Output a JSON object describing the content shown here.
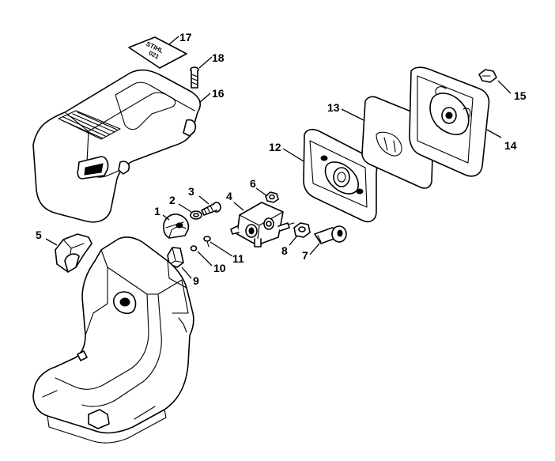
{
  "callouts": [
    {
      "id": "1",
      "label": "1"
    },
    {
      "id": "2",
      "label": "2"
    },
    {
      "id": "3",
      "label": "3"
    },
    {
      "id": "4",
      "label": "4"
    },
    {
      "id": "5",
      "label": "5"
    },
    {
      "id": "6",
      "label": "6"
    },
    {
      "id": "7",
      "label": "7"
    },
    {
      "id": "8",
      "label": "8"
    },
    {
      "id": "9",
      "label": "9"
    },
    {
      "id": "10",
      "label": "10"
    },
    {
      "id": "11",
      "label": "11"
    },
    {
      "id": "12",
      "label": "12"
    },
    {
      "id": "13",
      "label": "13"
    },
    {
      "id": "14",
      "label": "14"
    },
    {
      "id": "15",
      "label": "15"
    },
    {
      "id": "16",
      "label": "16"
    },
    {
      "id": "17",
      "label": "17"
    },
    {
      "id": "18",
      "label": "18"
    }
  ],
  "decal": {
    "text_line1": "STIHL",
    "text_line2": "021"
  }
}
